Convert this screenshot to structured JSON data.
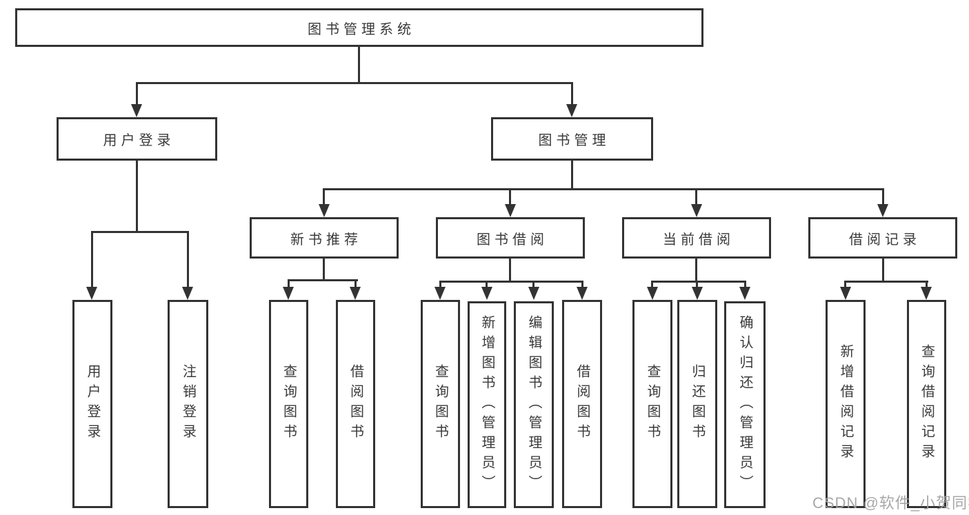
{
  "colors": {
    "background": "#ffffff",
    "box_border": "#333333",
    "connector_line": "#333333",
    "text": "#3a3a3a",
    "watermark": "#a0a0a0"
  },
  "diagram": {
    "title": "图书管理系统",
    "nodes": {
      "root": "图书管理系统",
      "user_login": "用户登录",
      "book_mgmt": "图书管理",
      "new_book_rec": "新书推荐",
      "book_borrow": "图书借阅",
      "current_borrow": "当前借阅",
      "borrow_records": "借阅记录",
      "leaf_user_login": "用户登录",
      "leaf_logout": "注销登录",
      "leaf_nb_query": "查询图书",
      "leaf_nb_borrow": "借阅图书",
      "leaf_bb_query": "查询图书",
      "leaf_bb_add": "新增图书（管理员）",
      "leaf_bb_edit": "编辑图书（管理员）",
      "leaf_bb_borrow": "借阅图书",
      "leaf_cb_query": "查询图书",
      "leaf_cb_return": "归还图书",
      "leaf_cb_confirm": "确认归还（管理员）",
      "leaf_br_add": "新增借阅记录",
      "leaf_br_query": "查询借阅记录"
    },
    "hierarchy": {
      "图书管理系统": [
        "用户登录",
        "图书管理"
      ],
      "用户登录": [
        "用户登录",
        "注销登录"
      ],
      "图书管理": [
        "新书推荐",
        "图书借阅",
        "当前借阅",
        "借阅记录"
      ],
      "新书推荐": [
        "查询图书",
        "借阅图书"
      ],
      "图书借阅": [
        "查询图书",
        "新增图书（管理员）",
        "编辑图书（管理员）",
        "借阅图书"
      ],
      "当前借阅": [
        "查询图书",
        "归还图书",
        "确认归还（管理员）"
      ],
      "借阅记录": [
        "新增借阅记录",
        "查询借阅记录"
      ]
    },
    "watermark": "CSDN @软件_小贺同学"
  }
}
